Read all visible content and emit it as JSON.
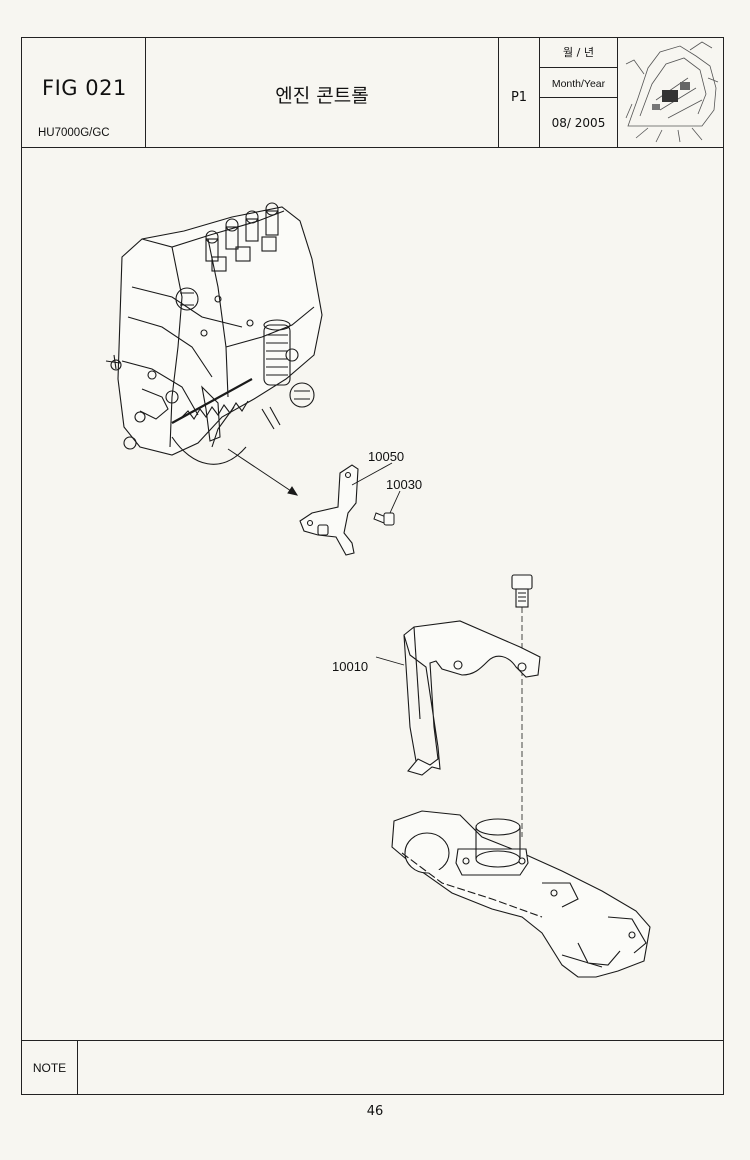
{
  "header": {
    "fig_label": "FIG 021",
    "model": "HU7000G/GC",
    "title": "엔진 콘트롤",
    "page": "P1",
    "date_label_ko": "월 / 년",
    "date_label_en": "Month/Year",
    "date_value": "08/ 2005"
  },
  "callouts": {
    "part_10050": "10050",
    "part_10030": "10030",
    "part_10010": "10010"
  },
  "note": {
    "label": "NOTE",
    "text": ""
  },
  "footer": {
    "page_number": "46"
  }
}
